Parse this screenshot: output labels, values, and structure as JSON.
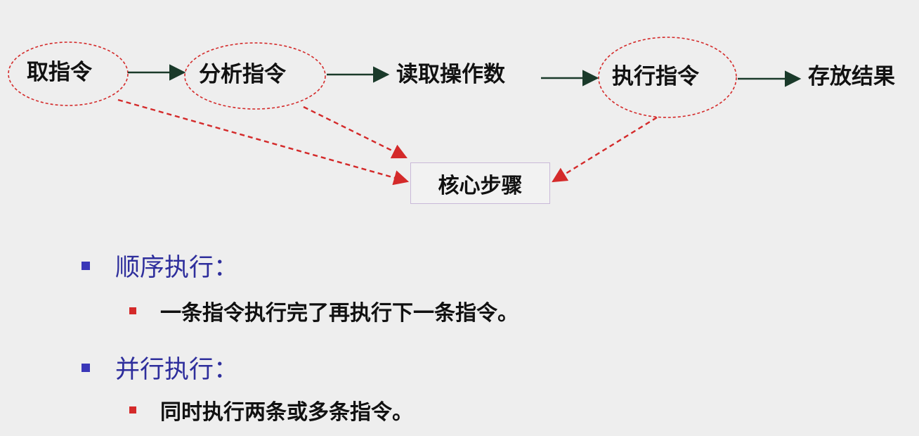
{
  "diagram": {
    "steps": [
      {
        "id": "fetch",
        "label": "取指令",
        "circled": true
      },
      {
        "id": "analyze",
        "label": "分析指令",
        "circled": true
      },
      {
        "id": "read",
        "label": "读取操作数",
        "circled": false
      },
      {
        "id": "execute",
        "label": "执行指令",
        "circled": true
      },
      {
        "id": "store",
        "label": "存放结果",
        "circled": false
      }
    ],
    "core_box_label": "核心步骤",
    "colors": {
      "solid_arrow": "#1a3a2a",
      "dashed_accent": "#d42a2a",
      "box_border": "#c9b8d8"
    }
  },
  "bullets": [
    {
      "level": 1,
      "text": "顺序执行："
    },
    {
      "level": 2,
      "text": "一条指令执行完了再执行下一条指令。"
    },
    {
      "level": 1,
      "text": "并行执行："
    },
    {
      "level": 2,
      "text": "同时执行两条或多条指令。"
    }
  ],
  "bullet_colors": {
    "level1": "#3a37b8",
    "level2": "#d42a2a"
  }
}
